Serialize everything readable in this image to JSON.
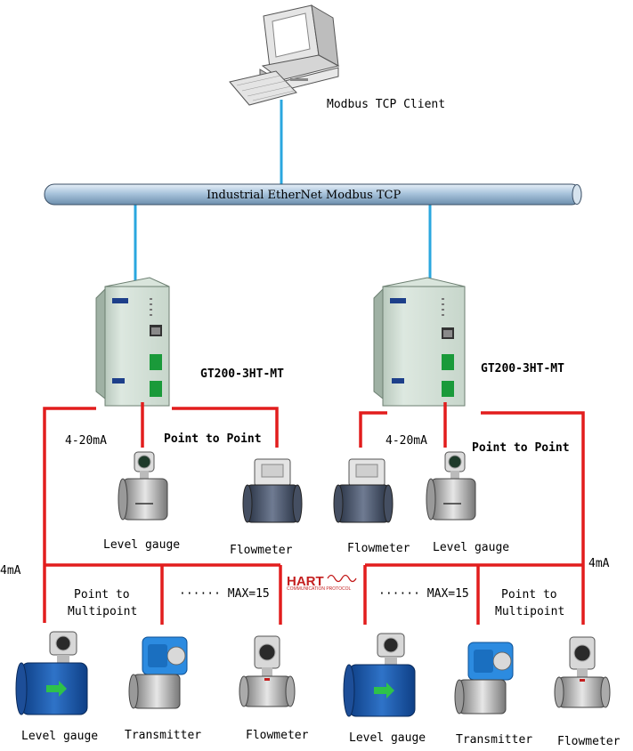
{
  "client": {
    "label": "Modbus TCP Client",
    "icon": "desktop-computer-icon"
  },
  "bus": {
    "label": "Industrial EtherNet Modbus TCP"
  },
  "gateway": {
    "label": "GT200-3HT-MT",
    "icon": "gateway-device-icon"
  },
  "connections": {
    "analog": "4-20mA",
    "p2p": "Point to Point",
    "multi_line1": "Point to",
    "multi_line2": "Multipoint",
    "max": "······ MAX=15",
    "edge": "4mA"
  },
  "left_p2p": {
    "device1": "Level gauge",
    "device2": "Flowmeter"
  },
  "right_p2p": {
    "device1": "Flowmeter",
    "device2": "Level gauge"
  },
  "left_multi": {
    "device1": "Level gauge",
    "device2": "Transmitter",
    "device3": "Flowmeter"
  },
  "right_multi": {
    "device1": "Level gauge",
    "device2": "Transmitter",
    "device3": "Flowmeter"
  },
  "hart": {
    "logo": "HART",
    "subtitle": "COMMUNICATION PROTOCOL"
  },
  "colors": {
    "ethernet": "#2aa7df",
    "hart_line": "#e21d1d",
    "bus_fill": "#a9c4dc"
  }
}
